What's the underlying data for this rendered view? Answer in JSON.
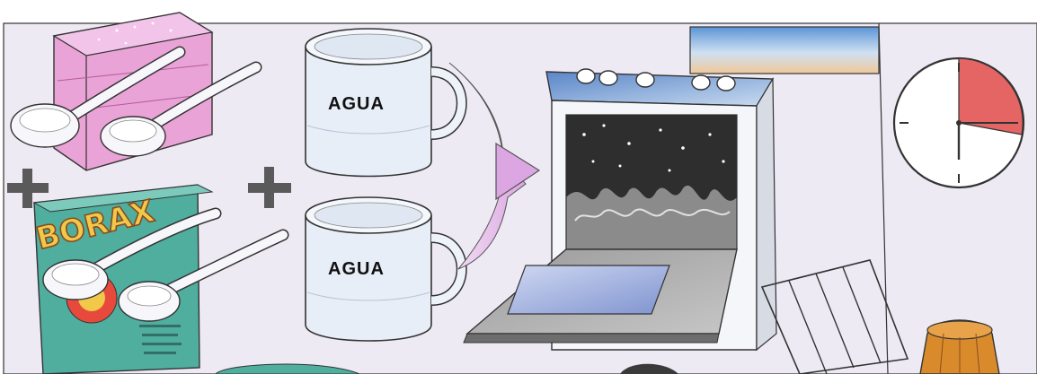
{
  "illustration": {
    "box_label": "BORAX",
    "mug_top_label": "AGUA",
    "mug_bottom_label": "AGUA"
  },
  "colors": {
    "background": "#eeeaf4",
    "sugar_block": "#e9a3d6",
    "borax_box": "#4fae9e",
    "borax_text": "#f2c84b",
    "arrow": "#e6b8e8",
    "oven_interior": "#8b8b8b",
    "clock_highlight": "#e56464",
    "range_hood": "#6fa3d8"
  },
  "icons": [
    "plus-icon",
    "spoon-icon",
    "mug-icon",
    "arrow-icon",
    "oven-icon",
    "clock-icon",
    "rack-icon",
    "cup-icon"
  ]
}
